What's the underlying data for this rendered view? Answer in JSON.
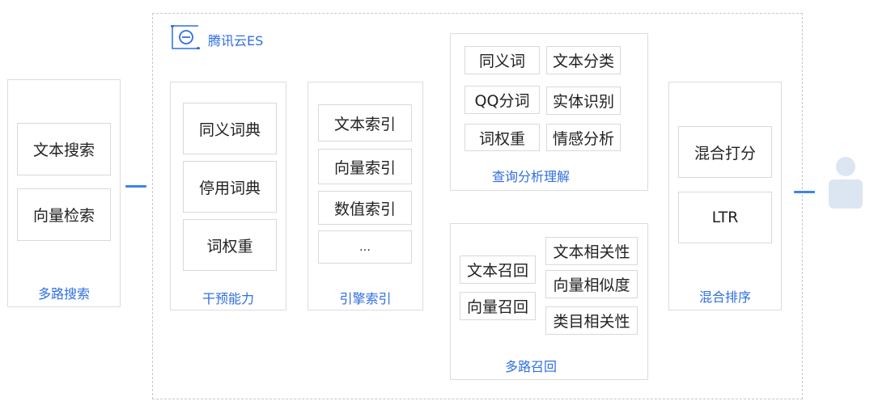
{
  "brand": {
    "label": "腾讯云ES",
    "icon": "tencent-cloud-logo-icon"
  },
  "multi_search": {
    "title": "多路搜索",
    "items": [
      "文本搜索",
      "向量检索"
    ]
  },
  "intervention": {
    "title": "干预能力",
    "items": [
      "同义词典",
      "停用词典",
      "词权重"
    ]
  },
  "engine_index": {
    "title": "引擎索引",
    "items": [
      "文本索引",
      "向量索引",
      "数值索引",
      "…"
    ]
  },
  "query_analysis": {
    "title": "查询分析理解",
    "items": [
      "同义词",
      "文本分类",
      "QQ分词",
      "实体识别",
      "词权重",
      "情感分析"
    ]
  },
  "multi_recall": {
    "title": "多路召回",
    "left_items": [
      "文本召回",
      "向量召回"
    ],
    "right_items": [
      "文本相关性",
      "向量相似度",
      "类目相关性"
    ]
  },
  "hybrid_rank": {
    "title": "混合排序",
    "items": [
      "混合打分",
      "LTR"
    ]
  },
  "user": {
    "icon": "user-avatar-icon"
  },
  "colors": {
    "accent": "#2f6fe0",
    "arrow": "#3b86e6",
    "avatar": "#dce6f3"
  }
}
